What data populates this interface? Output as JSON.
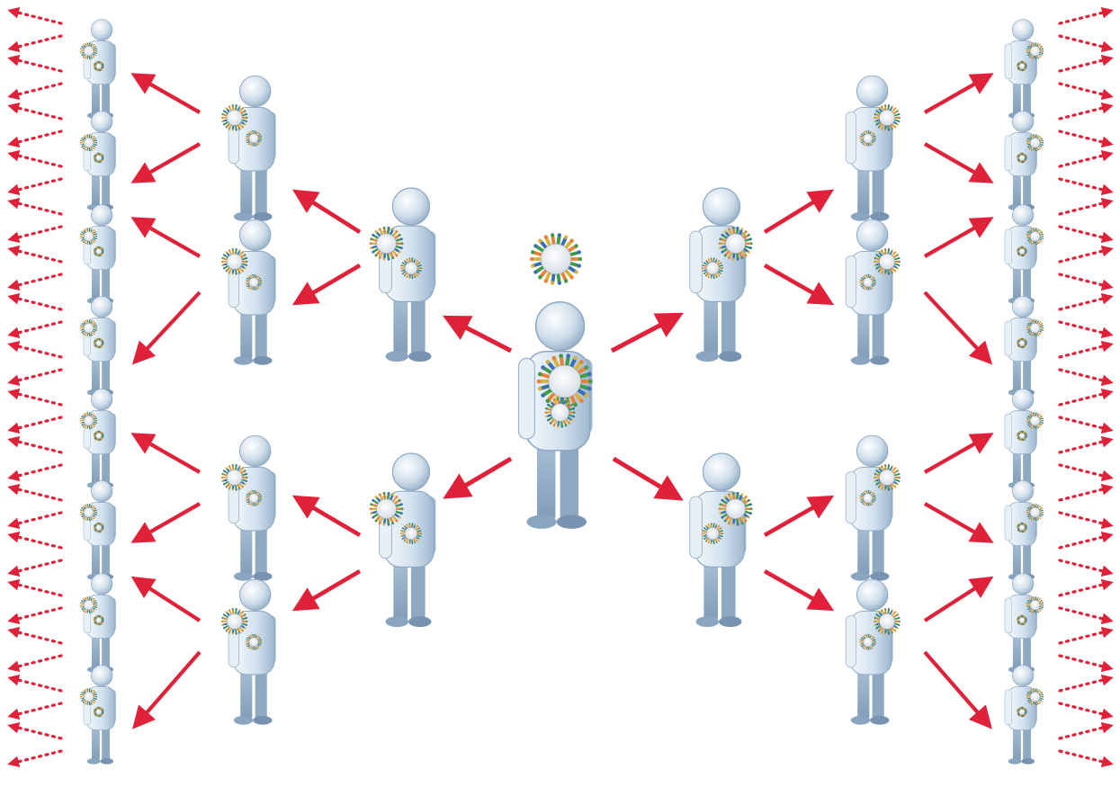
{
  "diagram": {
    "type": "infection-spread-tree",
    "generations": [
      {
        "level": 0,
        "people": 1,
        "role": "index-case"
      },
      {
        "level": 1,
        "people": 4
      },
      {
        "level": 2,
        "people": 8
      },
      {
        "level": 3,
        "people": 16
      },
      {
        "level": 4,
        "role": "further-spread",
        "arrow_style": "dotted"
      }
    ],
    "colors": {
      "arrow": "#e0213a",
      "person_light": "#e6f0f8",
      "person_mid": "#b7cde0",
      "person_dark": "#8faac4",
      "virus_spikes": [
        "#e8823a",
        "#3f9a4a",
        "#3a6fb5",
        "#d8b23a"
      ],
      "virus_core": "#ffffff"
    },
    "icons": [
      "person-icon",
      "virus-icon",
      "arrow"
    ]
  }
}
